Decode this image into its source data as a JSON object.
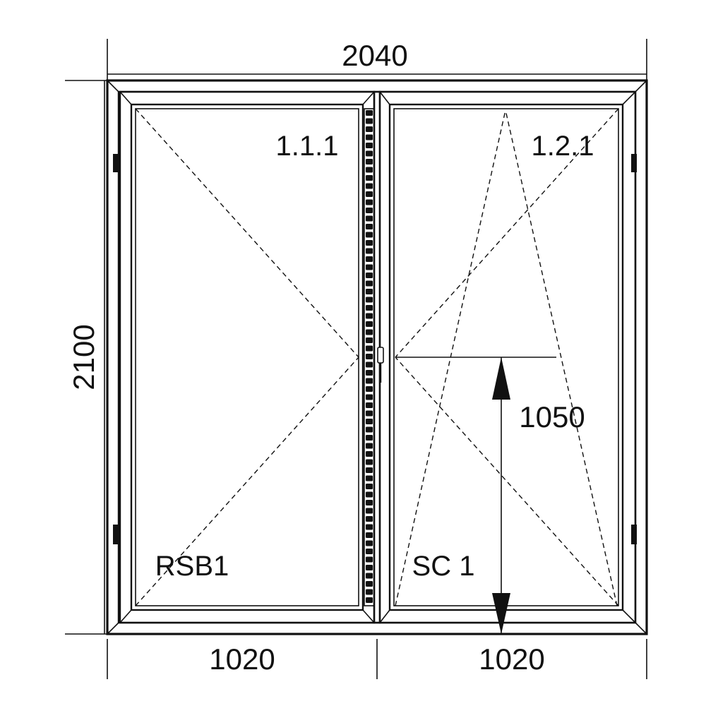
{
  "dimensions": {
    "total_width": "2040",
    "total_height": "2100",
    "left_sash_width": "1020",
    "right_sash_width": "1020",
    "handle_height": "1050"
  },
  "sashes": {
    "left": {
      "position_code": "1.1.1",
      "type_code": "RSB1"
    },
    "right": {
      "position_code": "1.2.1",
      "type_code": "SC 1"
    }
  },
  "colors": {
    "line": "#111111",
    "background": "#ffffff"
  }
}
